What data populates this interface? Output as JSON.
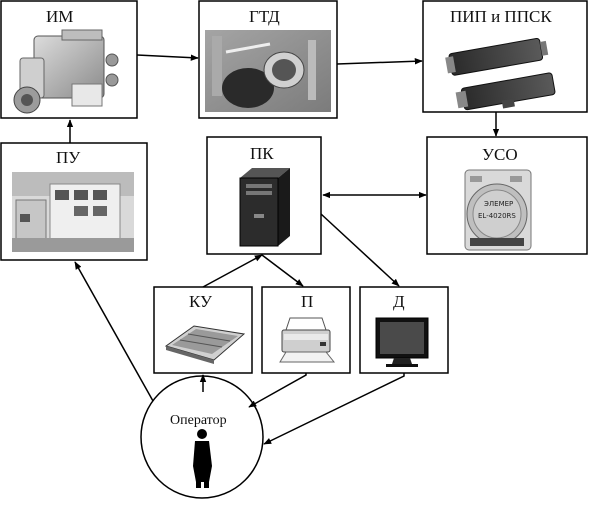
{
  "blocks": {
    "im": "ИМ",
    "gtd": "ГТД",
    "pip": "ПИП и ППСК",
    "pu": "ПУ",
    "pk": "ПК",
    "uso": "УСО",
    "ku": "КУ",
    "p": "П",
    "d": "Д",
    "operator": "Оператор"
  },
  "device": {
    "uso_model": "EL-4020RS",
    "uso_brand": "ЭЛЕМЕР"
  }
}
